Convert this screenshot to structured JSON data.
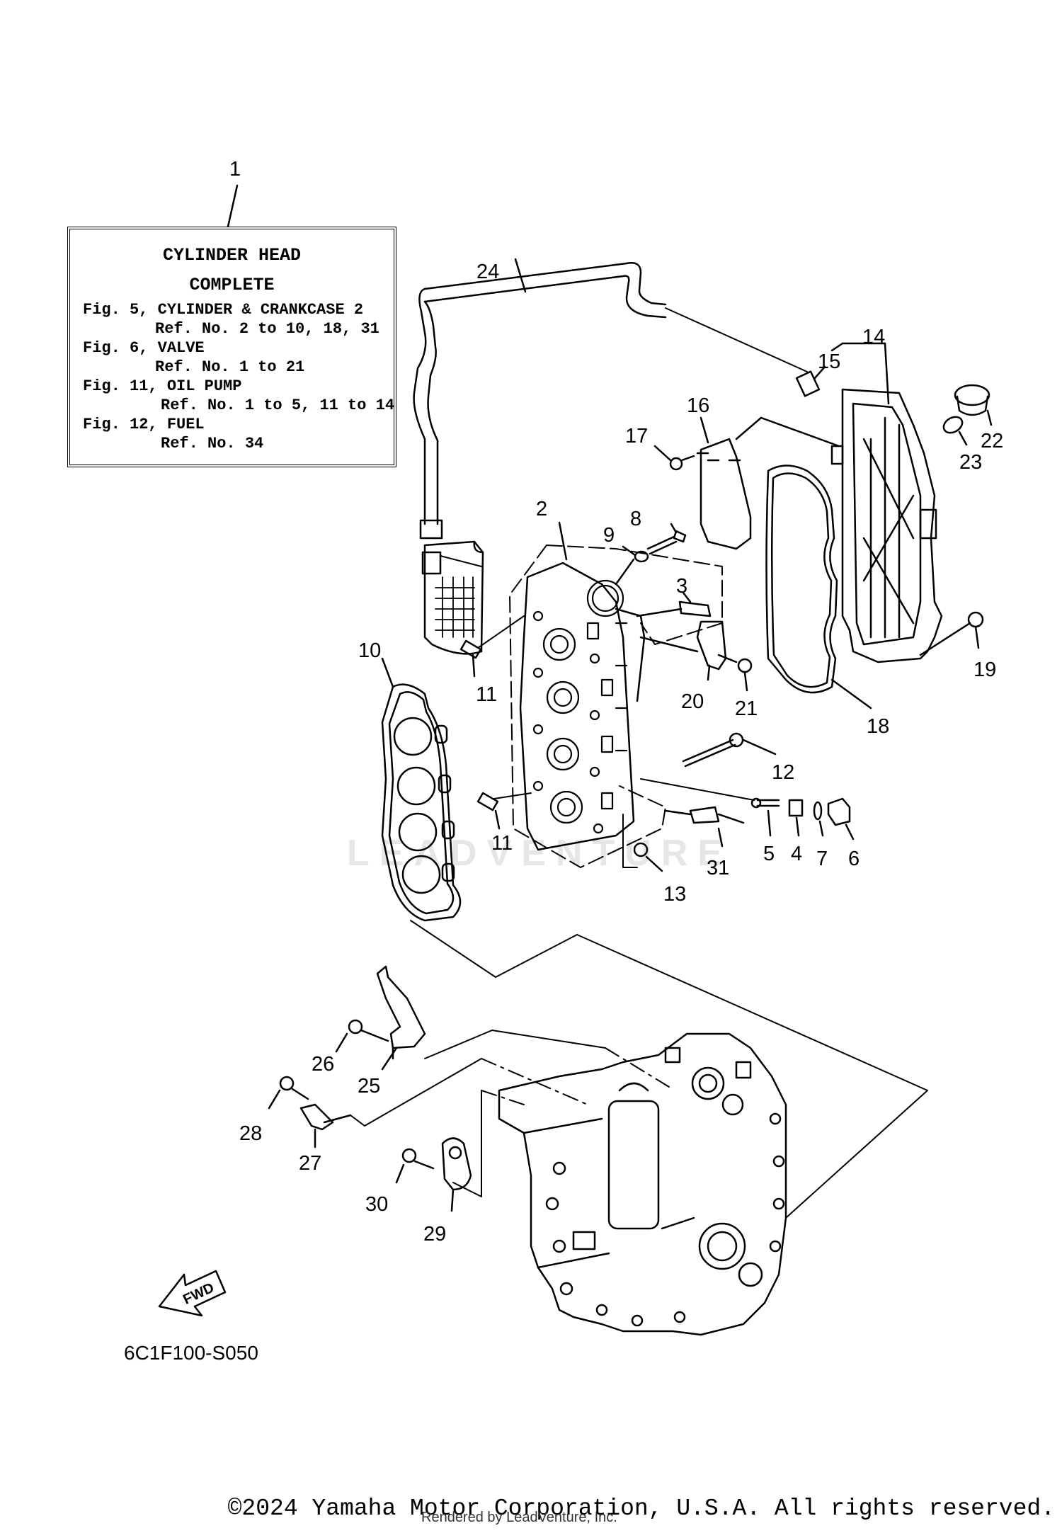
{
  "reference_box": {
    "title_line1": "CYLINDER HEAD",
    "title_line2": "COMPLETE",
    "lines": [
      "Fig. 5, CYLINDER & CRANKCASE 2",
      "Ref. No. 2 to 10, 18, 31",
      "Fig. 6, VALVE",
      "Ref. No. 1 to 21",
      "Fig. 11, OIL PUMP",
      "Ref. No. 1 to 5, 11 to 14",
      "Fig. 12, FUEL",
      "Ref. No. 34"
    ]
  },
  "part_labels": [
    "1",
    "2",
    "3",
    "4",
    "5",
    "6",
    "7",
    "8",
    "9",
    "10",
    "11",
    "11",
    "12",
    "13",
    "14",
    "15",
    "16",
    "17",
    "18",
    "19",
    "20",
    "21",
    "22",
    "23",
    "24",
    "25",
    "26",
    "27",
    "28",
    "29",
    "30",
    "31"
  ],
  "fwd_label": "FWD",
  "diagram_code": "6C1F100-S050",
  "watermark": "LEADVENTURE",
  "copyright": "©2024 Yamaha Motor Corporation, U.S.A. All rights reserved.",
  "rendered_by": "Rendered by LeadVenture, Inc."
}
